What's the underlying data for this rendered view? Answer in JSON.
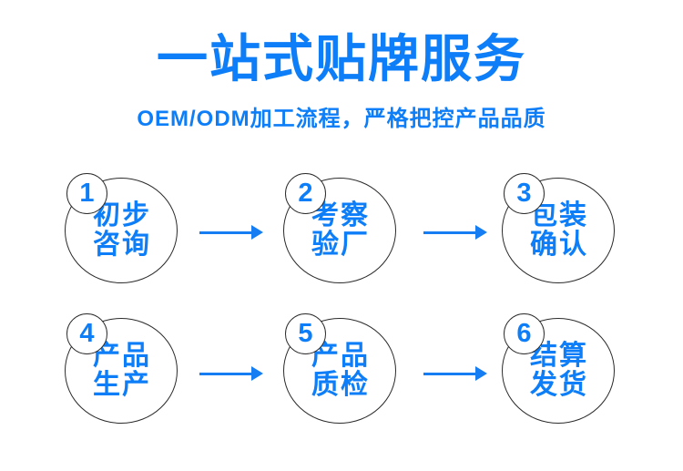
{
  "page": {
    "title": "一站式贴牌服务",
    "subtitle": "OEM/ODM加工流程，严格把控产品品质"
  },
  "steps": [
    {
      "number": "1",
      "label_line1": "初步",
      "label_line2": "咨询"
    },
    {
      "number": "2",
      "label_line1": "考察",
      "label_line2": "验厂"
    },
    {
      "number": "3",
      "label_line1": "包装",
      "label_line2": "确认"
    },
    {
      "number": "4",
      "label_line1": "产品",
      "label_line2": "生产"
    },
    {
      "number": "5",
      "label_line1": "产品",
      "label_line2": "质检"
    },
    {
      "number": "6",
      "label_line1": "结算",
      "label_line2": "发货"
    }
  ],
  "colors": {
    "primary_blue": "#0d7ef7",
    "arrow_blue": "#167ef2",
    "circle_outline": "#2b2b2b",
    "background": "#ffffff"
  }
}
